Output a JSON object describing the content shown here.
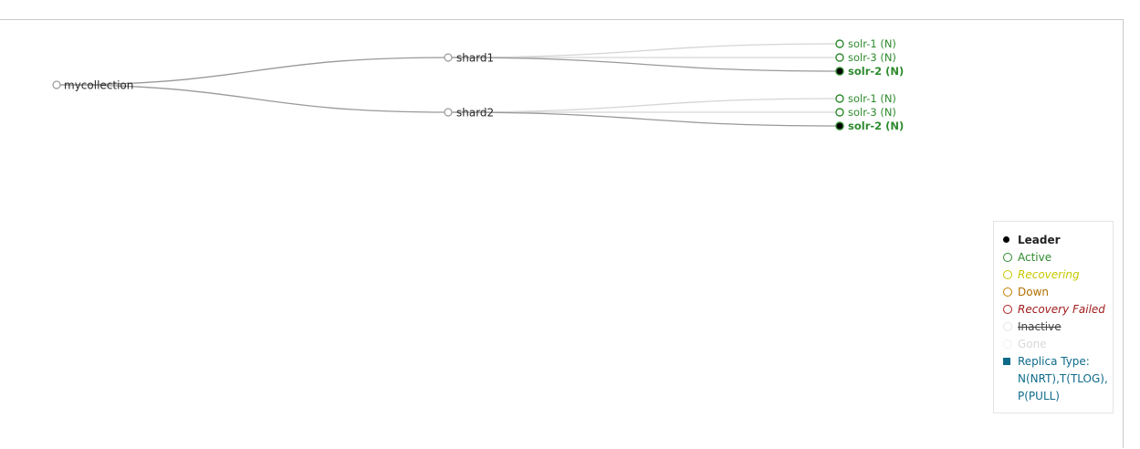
{
  "colors": {
    "link": "#999999",
    "link_light": "#d5d5d5",
    "node_stroke": "#9a9a9a",
    "active": "#2e8b2e",
    "leader_fill": "#000000",
    "recovering": "#c8c800",
    "down": "#c08000",
    "recovery_failed": "#b02020",
    "inactive": "#cccccc",
    "gone": "#e0e0e0",
    "replica_type": "#0e6a8a"
  },
  "tree": {
    "collection": {
      "label": "mycollection"
    },
    "shards": [
      {
        "label": "shard1",
        "replicas": [
          {
            "label": "solr-1 (N)",
            "state": "active",
            "leader": false
          },
          {
            "label": "solr-3 (N)",
            "state": "active",
            "leader": false
          },
          {
            "label": "solr-2 (N)",
            "state": "active",
            "leader": true
          }
        ]
      },
      {
        "label": "shard2",
        "replicas": [
          {
            "label": "solr-1 (N)",
            "state": "active",
            "leader": false
          },
          {
            "label": "solr-3 (N)",
            "state": "active",
            "leader": false
          },
          {
            "label": "solr-2 (N)",
            "state": "active",
            "leader": true
          }
        ]
      }
    ]
  },
  "legend": {
    "leader": "Leader",
    "active": "Active",
    "recovering": "Recovering",
    "down": "Down",
    "recovery_failed": "Recovery Failed",
    "inactive": "Inactive",
    "gone": "Gone",
    "replica_type_lines": [
      "Replica Type:",
      "N(NRT),T(TLOG),",
      "P(PULL)"
    ]
  }
}
